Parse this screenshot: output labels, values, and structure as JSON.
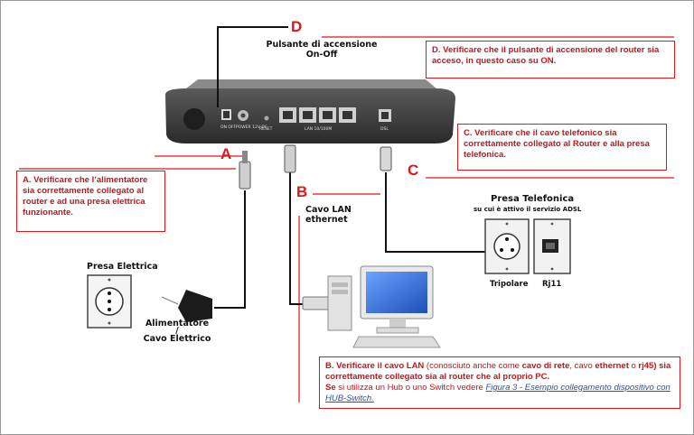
{
  "letters": {
    "d": "D",
    "a": "A",
    "b": "B",
    "c": "C"
  },
  "labels": {
    "power_button_line1": "Pulsante di accensione",
    "power_button_line2": "On-Off",
    "lan_cable_line1": "Cavo LAN",
    "lan_cable_line2": "ethernet",
    "electric_socket": "Presa Elettrica",
    "power_supply_line1": "Alimentatore",
    "power_supply_sep": "/",
    "power_supply_line2": "Cavo Elettrico",
    "phone_socket_title": "Presa Telefonica",
    "phone_socket_subtitle": "su cui è attivo il servizio ADSL",
    "tripolare": "Tripolare",
    "rj11": "Rj11"
  },
  "router_ports": {
    "on_off": "ON OFF",
    "power": "POWER 12V DC",
    "reset": "RESET",
    "lan": "LAN 10/100M",
    "dsl": "DSL"
  },
  "boxes": {
    "d_text": "D. Verificare che il pulsante  di accensione del router sia acceso, in questo caso su ON.",
    "c_text": "C. Verificare che il  cavo telefonico sia correttamente collegato al Router e alla presa telefonica.",
    "a_text": "A. Verificare che l’alimentatore sia correttamente collegato al router e ad una presa elettrica funzionante.",
    "b_bold1": "B. Verificare il cavo LAN",
    "b_norm1": " (conosciuto anche come  ",
    "b_bold2": "cavo di rete",
    "b_norm2": ",  cavo ",
    "b_bold3": "ethernet",
    "b_norm3": " o ",
    "b_bold4": "rj45) sia  correttamente collegato sia  al router che al proprio  PC.",
    "b_se": "Se",
    "b_norm4": "  si utilizza  un Hub o uno Switch vedere  ",
    "b_link": "Figura 3  - Esempio collegamento dispositivo con HUB-Switch."
  },
  "colors": {
    "accent": "#e0161b",
    "router": "#2b2b2b",
    "monitor": "#2a62c9"
  }
}
